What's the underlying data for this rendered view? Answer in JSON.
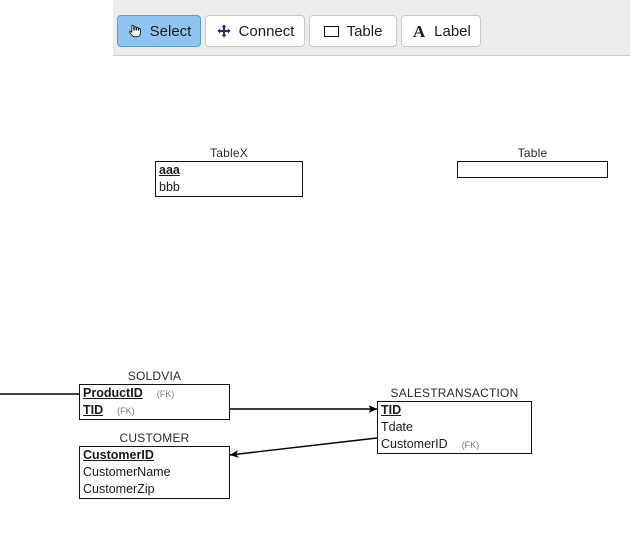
{
  "toolbar": {
    "buttons": [
      {
        "id": "select",
        "label": "Select",
        "icon": "pointing-hand-icon",
        "active": true
      },
      {
        "id": "connect",
        "label": "Connect",
        "icon": "four-way-arrow-icon",
        "active": false
      },
      {
        "id": "table",
        "label": "Table",
        "icon": "rectangle-icon",
        "active": false
      },
      {
        "id": "label",
        "label": "Label",
        "icon": "letter-a-icon",
        "active": false
      }
    ],
    "background_color": "#ececec",
    "active_color": "#8fc4f0"
  },
  "canvas": {
    "entities": [
      {
        "id": "tablex",
        "title": "TableX",
        "attributes": [
          {
            "name": "aaa",
            "pk": true,
            "fk": ""
          },
          {
            "name": "bbb",
            "pk": false,
            "fk": ""
          }
        ]
      },
      {
        "id": "table-empty",
        "title": "Table",
        "attributes": []
      },
      {
        "id": "soldvia",
        "title": "SOLDVIA",
        "attributes": [
          {
            "name": "ProductID",
            "pk": true,
            "fk": "(FK)"
          },
          {
            "name": "TID",
            "pk": true,
            "fk": "(FK)"
          }
        ]
      },
      {
        "id": "salestransaction",
        "title": "SALESTRANSACTION",
        "attributes": [
          {
            "name": "TID",
            "pk": true,
            "fk": ""
          },
          {
            "name": "Tdate",
            "pk": false,
            "fk": ""
          },
          {
            "name": "CustomerID",
            "pk": false,
            "fk": "(FK)"
          }
        ]
      },
      {
        "id": "customer",
        "title": "CUSTOMER",
        "attributes": [
          {
            "name": "CustomerID",
            "pk": true,
            "fk": ""
          },
          {
            "name": "CustomerName",
            "pk": false,
            "fk": ""
          },
          {
            "name": "CustomerZip",
            "pk": false,
            "fk": ""
          }
        ]
      }
    ],
    "connectors": [
      {
        "id": "offscreen-to-soldvia-productid",
        "from": "offscreen-left",
        "to": "soldvia.ProductID",
        "arrow": false
      },
      {
        "id": "soldvia-tid-to-salestransaction-tid",
        "from": "soldvia.TID",
        "to": "salestransaction.TID",
        "arrow": true
      },
      {
        "id": "salestransaction-customerid-to-customer",
        "from": "salestransaction.CustomerID",
        "to": "customer.CustomerID",
        "arrow": true
      }
    ],
    "line_color": "#000000"
  }
}
